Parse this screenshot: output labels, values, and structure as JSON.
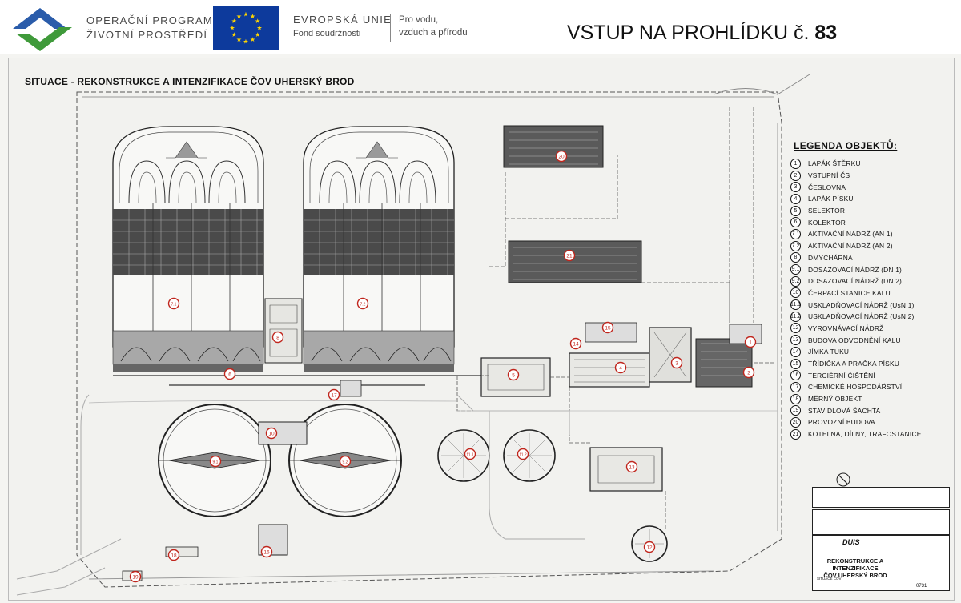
{
  "header": {
    "programme_line1": "OPERAČNÍ PROGRAM",
    "programme_line2": "ŽIVOTNÍ PROSTŘEDÍ",
    "eu_line1": "EVROPSKÁ UNIE",
    "eu_line2": "Fond soudržnosti",
    "motto_line1": "Pro vodu,",
    "motto_line2": "vzduch a přírodu",
    "tour_label": "VSTUP NA PROHLÍDKU č.",
    "tour_number": "83"
  },
  "plan": {
    "title": "SITUACE - REKONSTRUKCE A INTENZIFIKACE ČOV UHERSKÝ BROD",
    "markers": [
      "1",
      "2",
      "3",
      "4",
      "5",
      "6",
      "7.1",
      "7.2",
      "8",
      "9.1",
      "9.2",
      "10",
      "11.1",
      "11.2",
      "12",
      "13",
      "14",
      "15",
      "16",
      "17",
      "18",
      "19",
      "20",
      "21"
    ]
  },
  "legend": {
    "title": "LEGENDA OBJEKTŮ:",
    "items": [
      {
        "num": "1",
        "label": "LAPÁK ŠTĚRKU"
      },
      {
        "num": "2",
        "label": "VSTUPNÍ ČS"
      },
      {
        "num": "3",
        "label": "ČESLOVNA"
      },
      {
        "num": "4",
        "label": "LAPÁK PÍSKU"
      },
      {
        "num": "5",
        "label": "SELEKTOR"
      },
      {
        "num": "6",
        "label": "KOLEKTOR"
      },
      {
        "num": "7.1",
        "label": "AKTIVAČNÍ NÁDRŽ (AN 1)"
      },
      {
        "num": "7.2",
        "label": "AKTIVAČNÍ NÁDRŽ (AN 2)"
      },
      {
        "num": "8",
        "label": "DMYCHÁRNA"
      },
      {
        "num": "9.1",
        "label": "DOSAZOVACÍ NÁDRŽ (DN 1)"
      },
      {
        "num": "9.2",
        "label": "DOSAZOVACÍ NÁDRŽ (DN 2)"
      },
      {
        "num": "10",
        "label": "ČERPACÍ STANICE KALU"
      },
      {
        "num": "11.1",
        "label": "USKLADŇOVACÍ NÁDRŽ (UsN 1)"
      },
      {
        "num": "11.2",
        "label": "USKLADŇOVACÍ NÁDRŽ (UsN 2)"
      },
      {
        "num": "12",
        "label": "VYROVNÁVACÍ NÁDRŽ"
      },
      {
        "num": "13",
        "label": "BUDOVA ODVODNĚNÍ KALU"
      },
      {
        "num": "14",
        "label": "JÍMKA TUKU"
      },
      {
        "num": "15",
        "label": "TŘÍDIČKA A PRAČKA PÍSKU"
      },
      {
        "num": "16",
        "label": "TERCIÉRNÍ ČIŠTĚNÍ"
      },
      {
        "num": "17",
        "label": "CHEMICKÉ HOSPODÁŘSTVÍ"
      },
      {
        "num": "18",
        "label": "MĚRNÝ OBJEKT"
      },
      {
        "num": "19",
        "label": "STAVIDLOVÁ ŠACHTA"
      },
      {
        "num": "20",
        "label": "PROVOZNÍ BUDOVA"
      },
      {
        "num": "21",
        "label": "KOTELNA, DÍLNY, TRAFOSTANICE"
      }
    ]
  },
  "titleblock": {
    "company": "DUIS",
    "project_line1": "REKONSTRUKCE A INTENZIFIKACE",
    "project_line2": "ČOV UHERSKÝ BROD",
    "sheet": "SITUACE ČOV",
    "number": "0731"
  },
  "colors": {
    "eu_blue": "#0d3a9c",
    "eu_star": "#ffd500",
    "logo_blue": "#2a5caa",
    "logo_green": "#3f9a3a",
    "marker_red": "#c0261d"
  }
}
